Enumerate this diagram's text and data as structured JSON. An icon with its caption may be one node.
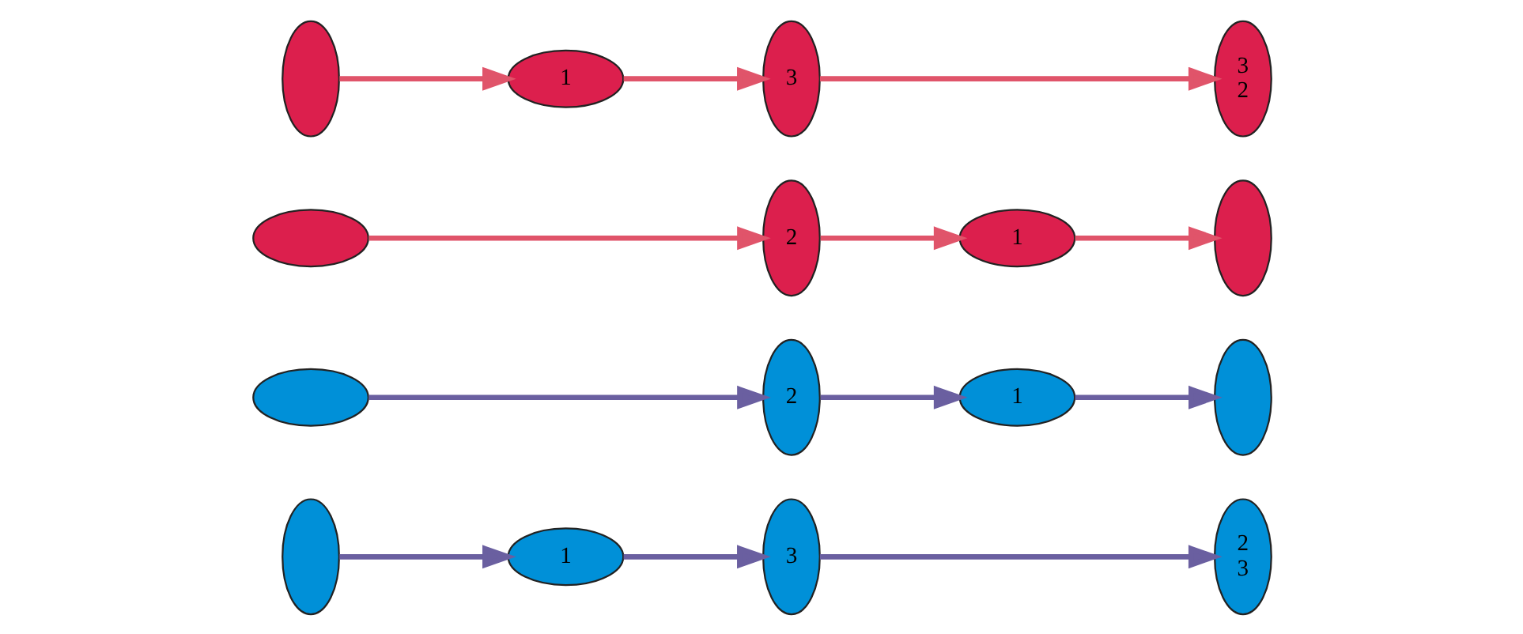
{
  "diagram": {
    "nodes": [
      {
        "text": [],
        "shape": "ellipse"
      },
      {
        "text": [],
        "shape": "ellipse"
      },
      {
        "text": [
          "1"
        ]
      },
      {
        "text": [
          "3"
        ]
      },
      {
        "text": [
          "2"
        ]
      },
      {
        "text": [
          "1"
        ]
      },
      {
        "text": [],
        "shape": "ellipse"
      },
      {
        "text": [
          "2",
          "3"
        ]
      },
      {
        "text": [],
        "shape": "ellipse"
      },
      {
        "text": [],
        "shape": "ellipse"
      },
      {
        "text": [
          "1"
        ]
      },
      {
        "text": [
          "3"
        ]
      },
      {
        "text": [
          "2"
        ]
      },
      {
        "text": [
          "1"
        ]
      },
      {
        "text": [],
        "shape": "ellipse"
      },
      {
        "text": [
          "3",
          "2"
        ]
      }
    ],
    "edges": [
      {
        "from": 0,
        "to": 2,
        "arrow": "to",
        "color": "#6a5fa0"
      },
      {
        "from": 1,
        "to": 4,
        "arrow": "to",
        "color": "#6a5fa0"
      },
      {
        "from": 2,
        "to": 3,
        "arrow": "to",
        "color": "#6a5fa0"
      },
      {
        "from": 4,
        "to": 5,
        "arrow": "to",
        "color": "#6a5fa0"
      },
      {
        "from": 5,
        "to": 6,
        "arrow": "to",
        "color": "#6a5fa0"
      },
      {
        "from": 3,
        "to": 7,
        "arrow": "to",
        "color": "#6a5fa0"
      },
      {
        "from": 8,
        "to": 12,
        "arrow": "to",
        "color": "#e0546a"
      },
      {
        "from": 9,
        "to": 10,
        "arrow": "to",
        "color": "#e0546a"
      },
      {
        "from": 10,
        "to": 11,
        "arrow": "to",
        "color": "#e0546a"
      },
      {
        "from": 12,
        "to": 13,
        "arrow": "to",
        "color": "#e0546a"
      },
      {
        "from": 13,
        "to": 14,
        "arrow": "to",
        "color": "#e0546a"
      },
      {
        "from": 11,
        "to": 15,
        "arrow": "to",
        "color": "#e0546a"
      }
    ]
  }
}
